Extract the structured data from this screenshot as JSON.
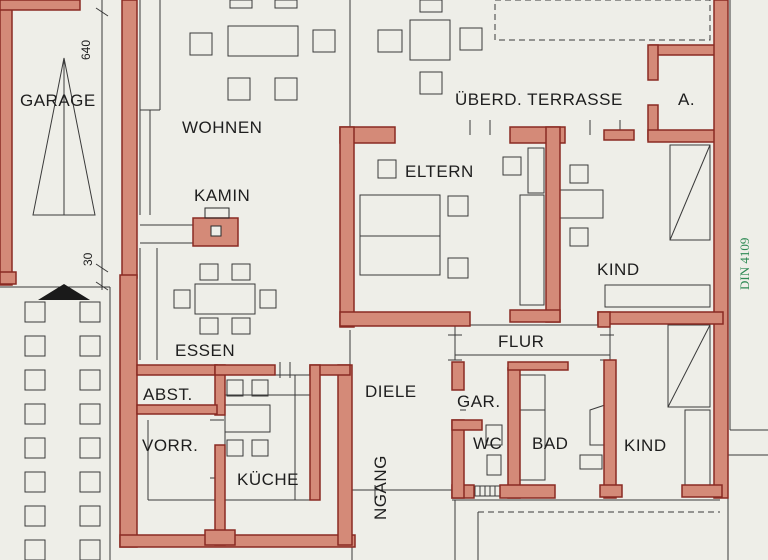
{
  "colors": {
    "paper": "#eeeee8",
    "wall_fill": "#d48a78",
    "wall_edge": "#8a2a22",
    "line": "#2a2a2a",
    "stamp_green": "#2f8a55"
  },
  "rooms": {
    "garage": "GARAGE",
    "wohnen": "WOHNEN",
    "kamin": "KAMIN",
    "terrasse": "ÜBERD. TERRASSE",
    "terrasse_a": "A.",
    "eltern": "ELTERN",
    "kind_top": "KIND",
    "essen": "ESSEN",
    "flur": "FLUR",
    "abst": "ABST.",
    "diele": "DIELE",
    "gar": "GAR.",
    "vorr": "VORR.",
    "wc": "WC",
    "bad": "BAD",
    "kind_bottom": "KIND",
    "kueche": "KÜCHE",
    "eingang": "NGANG"
  },
  "dimensions": {
    "garage_length": "640",
    "garage_gap": "30"
  },
  "stamp": "DIN 4109"
}
